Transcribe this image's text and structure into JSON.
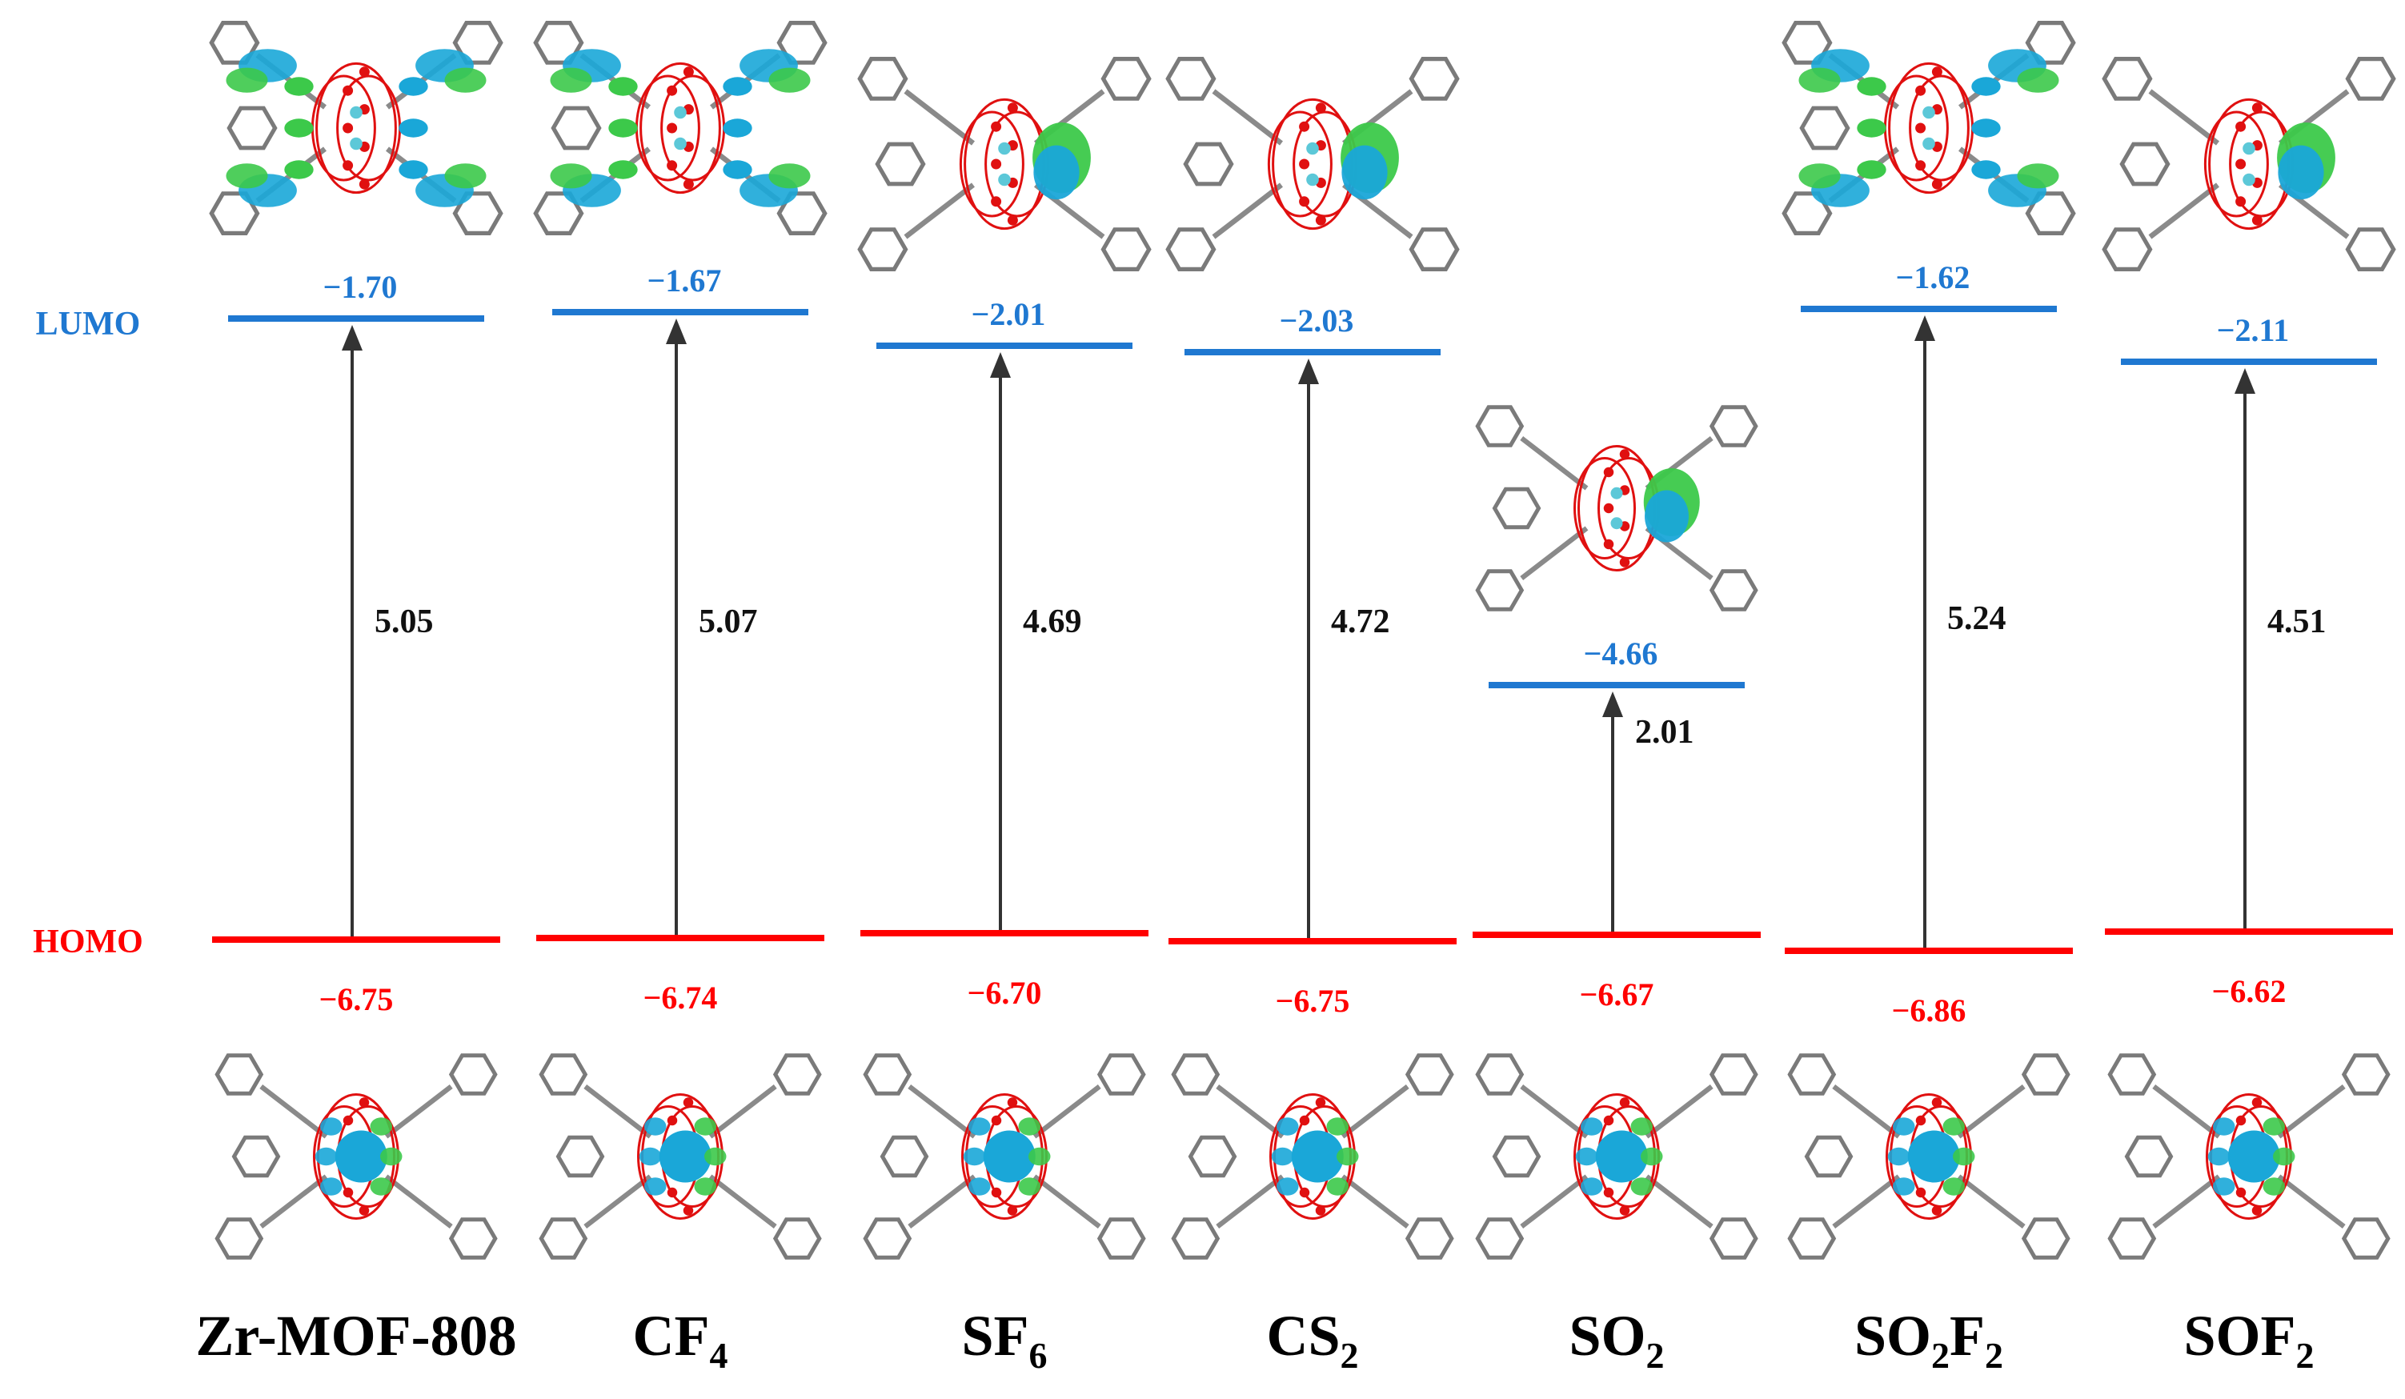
{
  "labels": {
    "lumo": "LUMO",
    "homo": "HOMO"
  },
  "colors": {
    "lumo": "#1f78d1",
    "homo": "#ff0000",
    "arrow": "#333333",
    "text": "#111111"
  },
  "systems": [
    {
      "name": "Zr-MOF-808",
      "sub": "",
      "tail": "",
      "lumo": "−1.70",
      "homo": "−6.75",
      "gap": "5.05",
      "lumo_orbital": "delocalized-ligands",
      "homo_orbital": "cluster-center"
    },
    {
      "name": "CF",
      "sub": "4",
      "tail": "",
      "lumo": "−1.67",
      "homo": "−6.74",
      "gap": "5.07",
      "lumo_orbital": "delocalized-ligands",
      "homo_orbital": "cluster-center"
    },
    {
      "name": "SF",
      "sub": "6",
      "tail": "",
      "lumo": "−2.01",
      "homo": "−6.70",
      "gap": "4.69",
      "lumo_orbital": "gas-molecule",
      "homo_orbital": "cluster-center"
    },
    {
      "name": "CS",
      "sub": "2",
      "tail": "",
      "lumo": "−2.03",
      "homo": "−6.75",
      "gap": "4.72",
      "lumo_orbital": "gas-molecule",
      "homo_orbital": "cluster-center"
    },
    {
      "name": "SO",
      "sub": "2",
      "tail": "",
      "lumo": "−4.66",
      "homo": "−6.67",
      "gap": "2.01",
      "lumo_orbital": "gas-molecule",
      "homo_orbital": "cluster-center"
    },
    {
      "name": "SO",
      "sub": "2",
      "tail": "F",
      "tail_sub": "2",
      "lumo": "−1.62",
      "homo": "−6.86",
      "gap": "5.24",
      "lumo_orbital": "delocalized-ligands",
      "homo_orbital": "cluster-center"
    },
    {
      "name": "SOF",
      "sub": "2",
      "tail": "",
      "lumo": "−2.11",
      "homo": "−6.62",
      "gap": "4.51",
      "lumo_orbital": "gas-molecule",
      "homo_orbital": "cluster-center"
    }
  ]
}
